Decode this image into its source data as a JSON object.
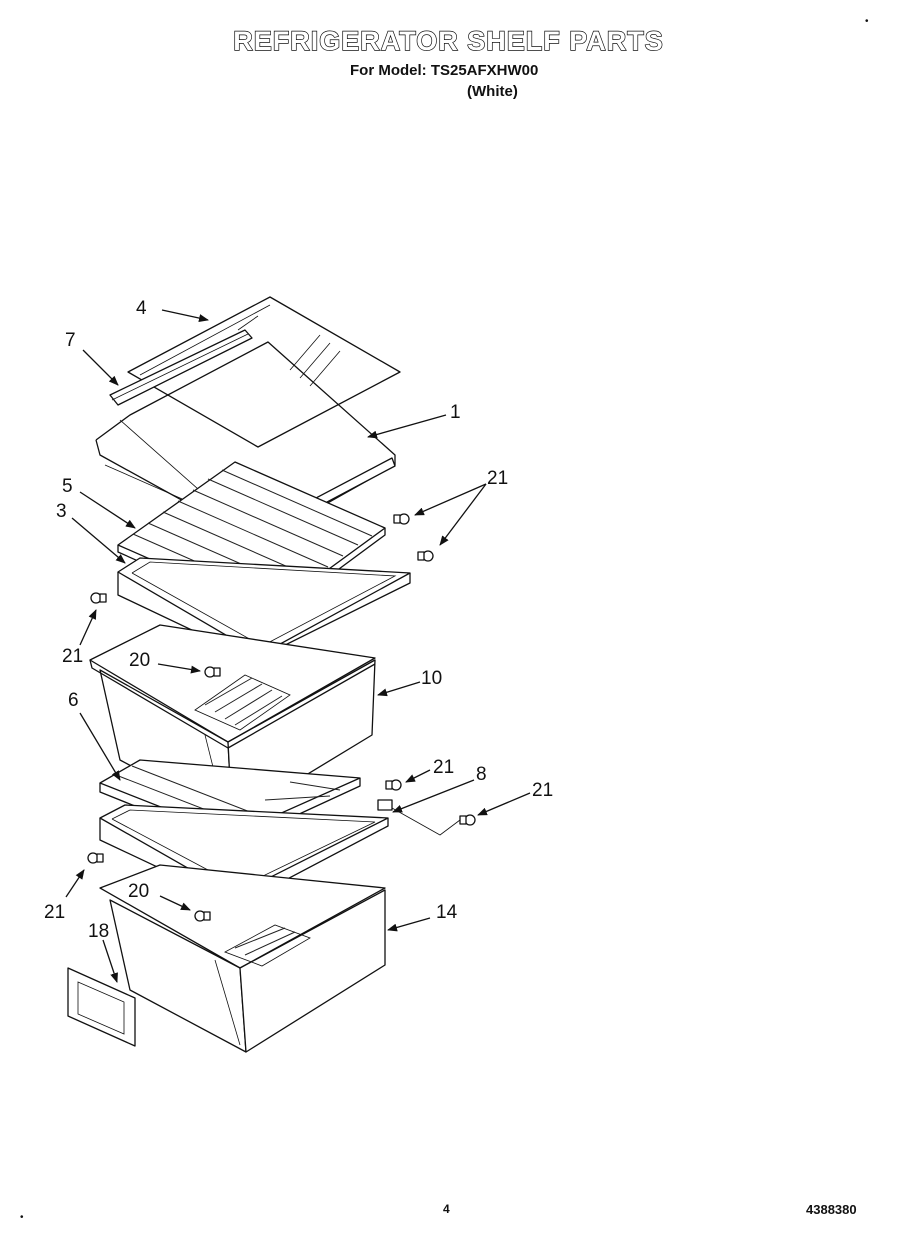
{
  "header": {
    "title": "REFRIGERATOR SHELF PARTS",
    "model_line": "For Model: TS25AFXHW00",
    "variant": "(White)"
  },
  "footer": {
    "page_number": "4",
    "document_number": "4388380"
  },
  "callouts": {
    "c1": "1",
    "c3": "3",
    "c4": "4",
    "c5": "5",
    "c6": "6",
    "c7": "7",
    "c8": "8",
    "c10": "10",
    "c14": "14",
    "c18": "18",
    "c20a": "20",
    "c20b": "20",
    "c21a": "21",
    "c21b": "21",
    "c21c": "21",
    "c21d": "21"
  }
}
